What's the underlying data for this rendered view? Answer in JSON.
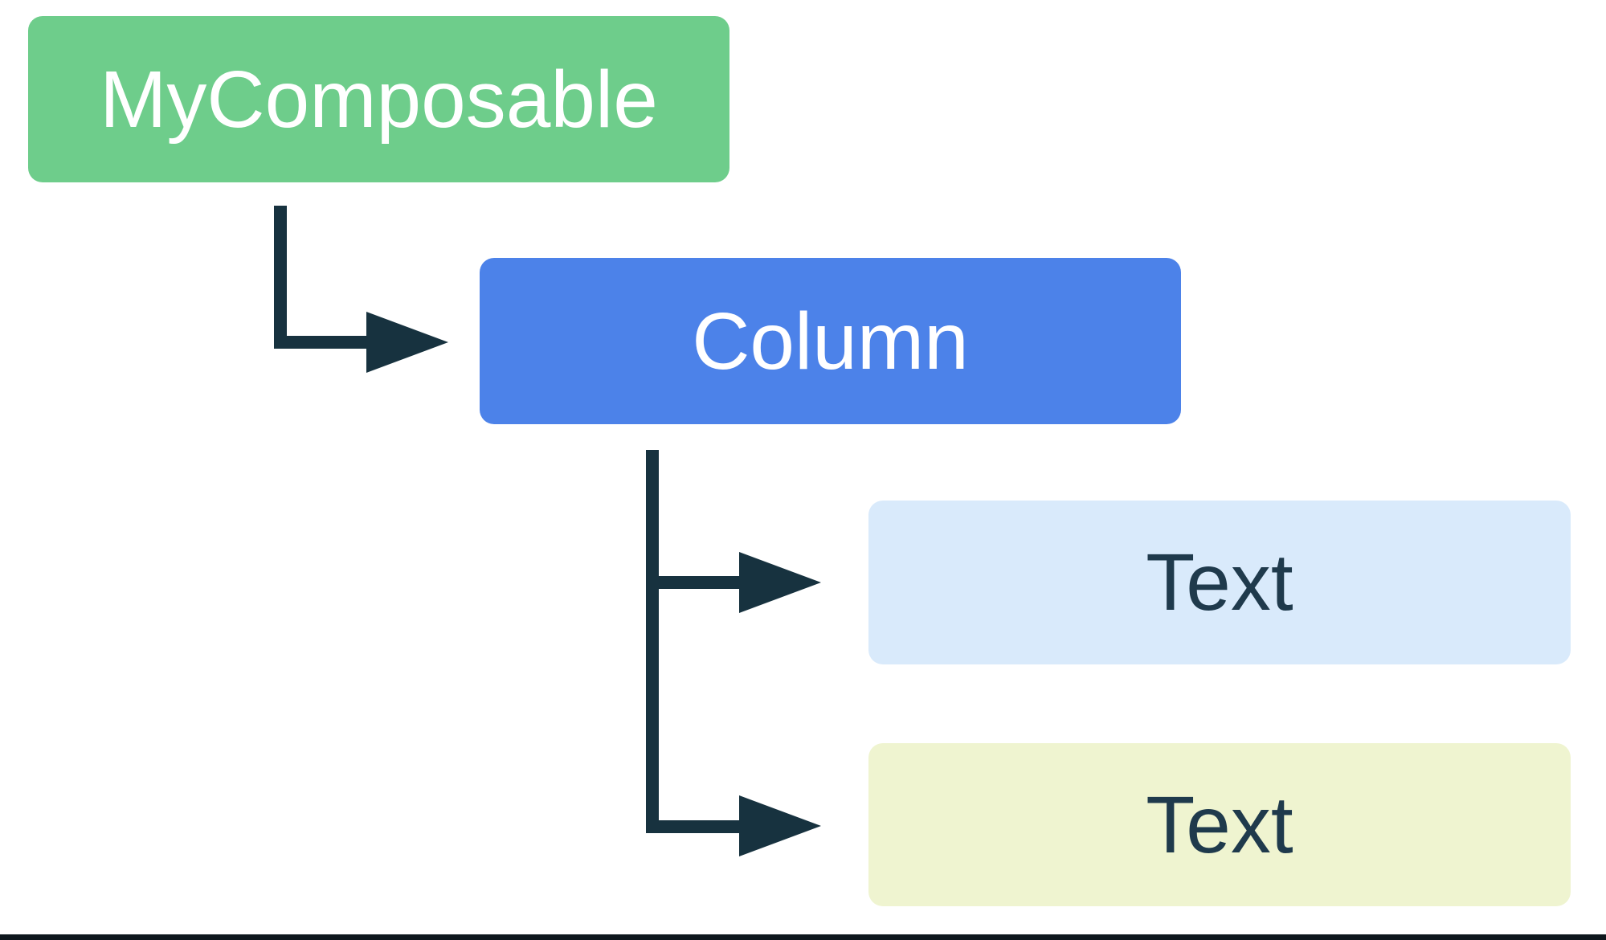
{
  "diagram": {
    "title": "composable-hierarchy",
    "background_color": "#ffffff",
    "arrow_color": "#17323f",
    "bottom_rule_color": "#0f171d",
    "nodes": {
      "root": {
        "label": "MyComposable",
        "bg": "#6ecd8b",
        "fg": "#ffffff"
      },
      "column": {
        "label": "Column",
        "bg": "#4c82e9",
        "fg": "#ffffff"
      },
      "text1": {
        "label": "Text",
        "bg": "#d9eafb",
        "fg": "#1f3a4c"
      },
      "text2": {
        "label": "Text",
        "bg": "#eff4d0",
        "fg": "#1f3a4c"
      }
    },
    "edges": [
      {
        "from": "MyComposable",
        "to": "Column"
      },
      {
        "from": "Column",
        "to": "Text"
      },
      {
        "from": "Column",
        "to": "Text"
      }
    ]
  }
}
